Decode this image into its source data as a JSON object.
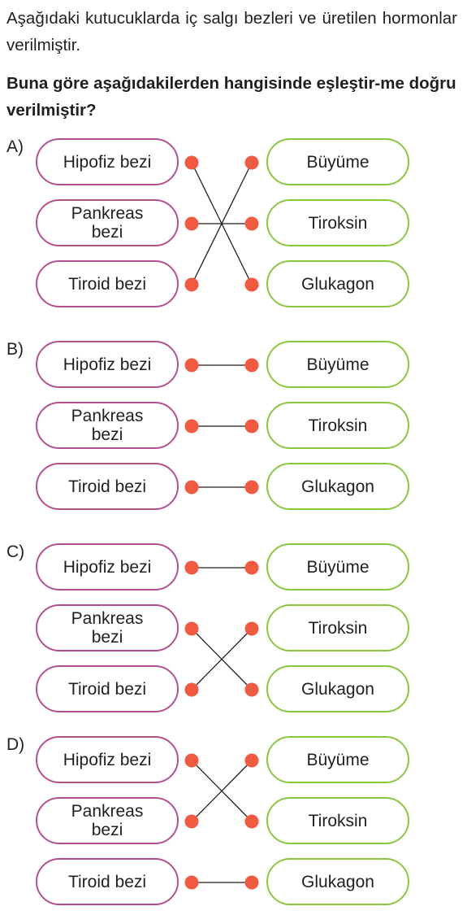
{
  "intro_text": "Aşağıdaki kutucuklarda iç salgı bezleri ve üretilen hormonlar verilmiştir.",
  "question_text": "Buna göre aşağıdakilerden hangisinde eşleştir-me doğru verilmiştir?",
  "colors": {
    "gland_border": "#b5508f",
    "hormone_border": "#8cc63e",
    "dot": "#f15a40",
    "line": "#231f20"
  },
  "options": [
    {
      "label": "A)",
      "glands": [
        "Hipofiz bezi",
        "Pankreas bezi",
        "Tiroid bezi"
      ],
      "hormones": [
        "Büyüme",
        "Tiroksin",
        "Glukagon"
      ],
      "connections": [
        [
          0,
          2
        ],
        [
          1,
          1
        ],
        [
          2,
          0
        ]
      ]
    },
    {
      "label": "B)",
      "glands": [
        "Hipofiz bezi",
        "Pankreas bezi",
        "Tiroid bezi"
      ],
      "hormones": [
        "Büyüme",
        "Tiroksin",
        "Glukagon"
      ],
      "connections": [
        [
          0,
          0
        ],
        [
          1,
          1
        ],
        [
          2,
          2
        ]
      ]
    },
    {
      "label": "C)",
      "glands": [
        "Hipofiz bezi",
        "Pankreas bezi",
        "Tiroid bezi"
      ],
      "hormones": [
        "Büyüme",
        "Tiroksin",
        "Glukagon"
      ],
      "connections": [
        [
          0,
          0
        ],
        [
          1,
          2
        ],
        [
          2,
          1
        ]
      ]
    },
    {
      "label": "D)",
      "glands": [
        "Hipofiz bezi",
        "Pankreas bezi",
        "Tiroid bezi"
      ],
      "hormones": [
        "Büyüme",
        "Tiroksin",
        "Glukagon"
      ],
      "connections": [
        [
          0,
          1
        ],
        [
          1,
          0
        ],
        [
          2,
          2
        ]
      ]
    }
  ]
}
